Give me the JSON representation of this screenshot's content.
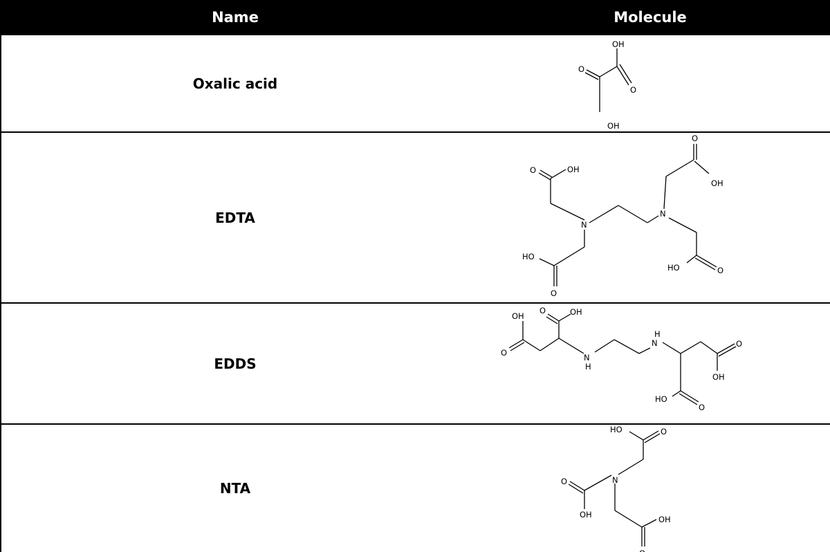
{
  "table": {
    "headers": {
      "name": "Name",
      "molecule": "Molecule"
    },
    "rows": [
      {
        "name": "Oxalic acid",
        "atoms": {
          "oh_top": "OH",
          "o_left": "O",
          "o_right": "O",
          "oh_bottom": "OH"
        }
      },
      {
        "name": "EDTA",
        "atoms": {
          "o1": "O",
          "oh1": "OH",
          "o2": "O",
          "oh2": "OH",
          "n1": "N",
          "n2": "N",
          "ho3": "HO",
          "o3": "O",
          "ho4": "HO",
          "o4": "O"
        }
      },
      {
        "name": "EDDS",
        "atoms": {
          "oh1": "OH",
          "o1": "O",
          "oh2": "OH",
          "o2": "O",
          "n1": "N",
          "h1": "H",
          "h2": "H",
          "n2": "N",
          "o3": "O",
          "oh3": "OH",
          "ho4": "HO",
          "o4": "O"
        }
      },
      {
        "name": "NTA",
        "atoms": {
          "ho1": "HO",
          "o1": "O",
          "o2": "O",
          "oh2": "OH",
          "n": "N",
          "oh3": "OH",
          "o3": "O"
        }
      }
    ]
  }
}
